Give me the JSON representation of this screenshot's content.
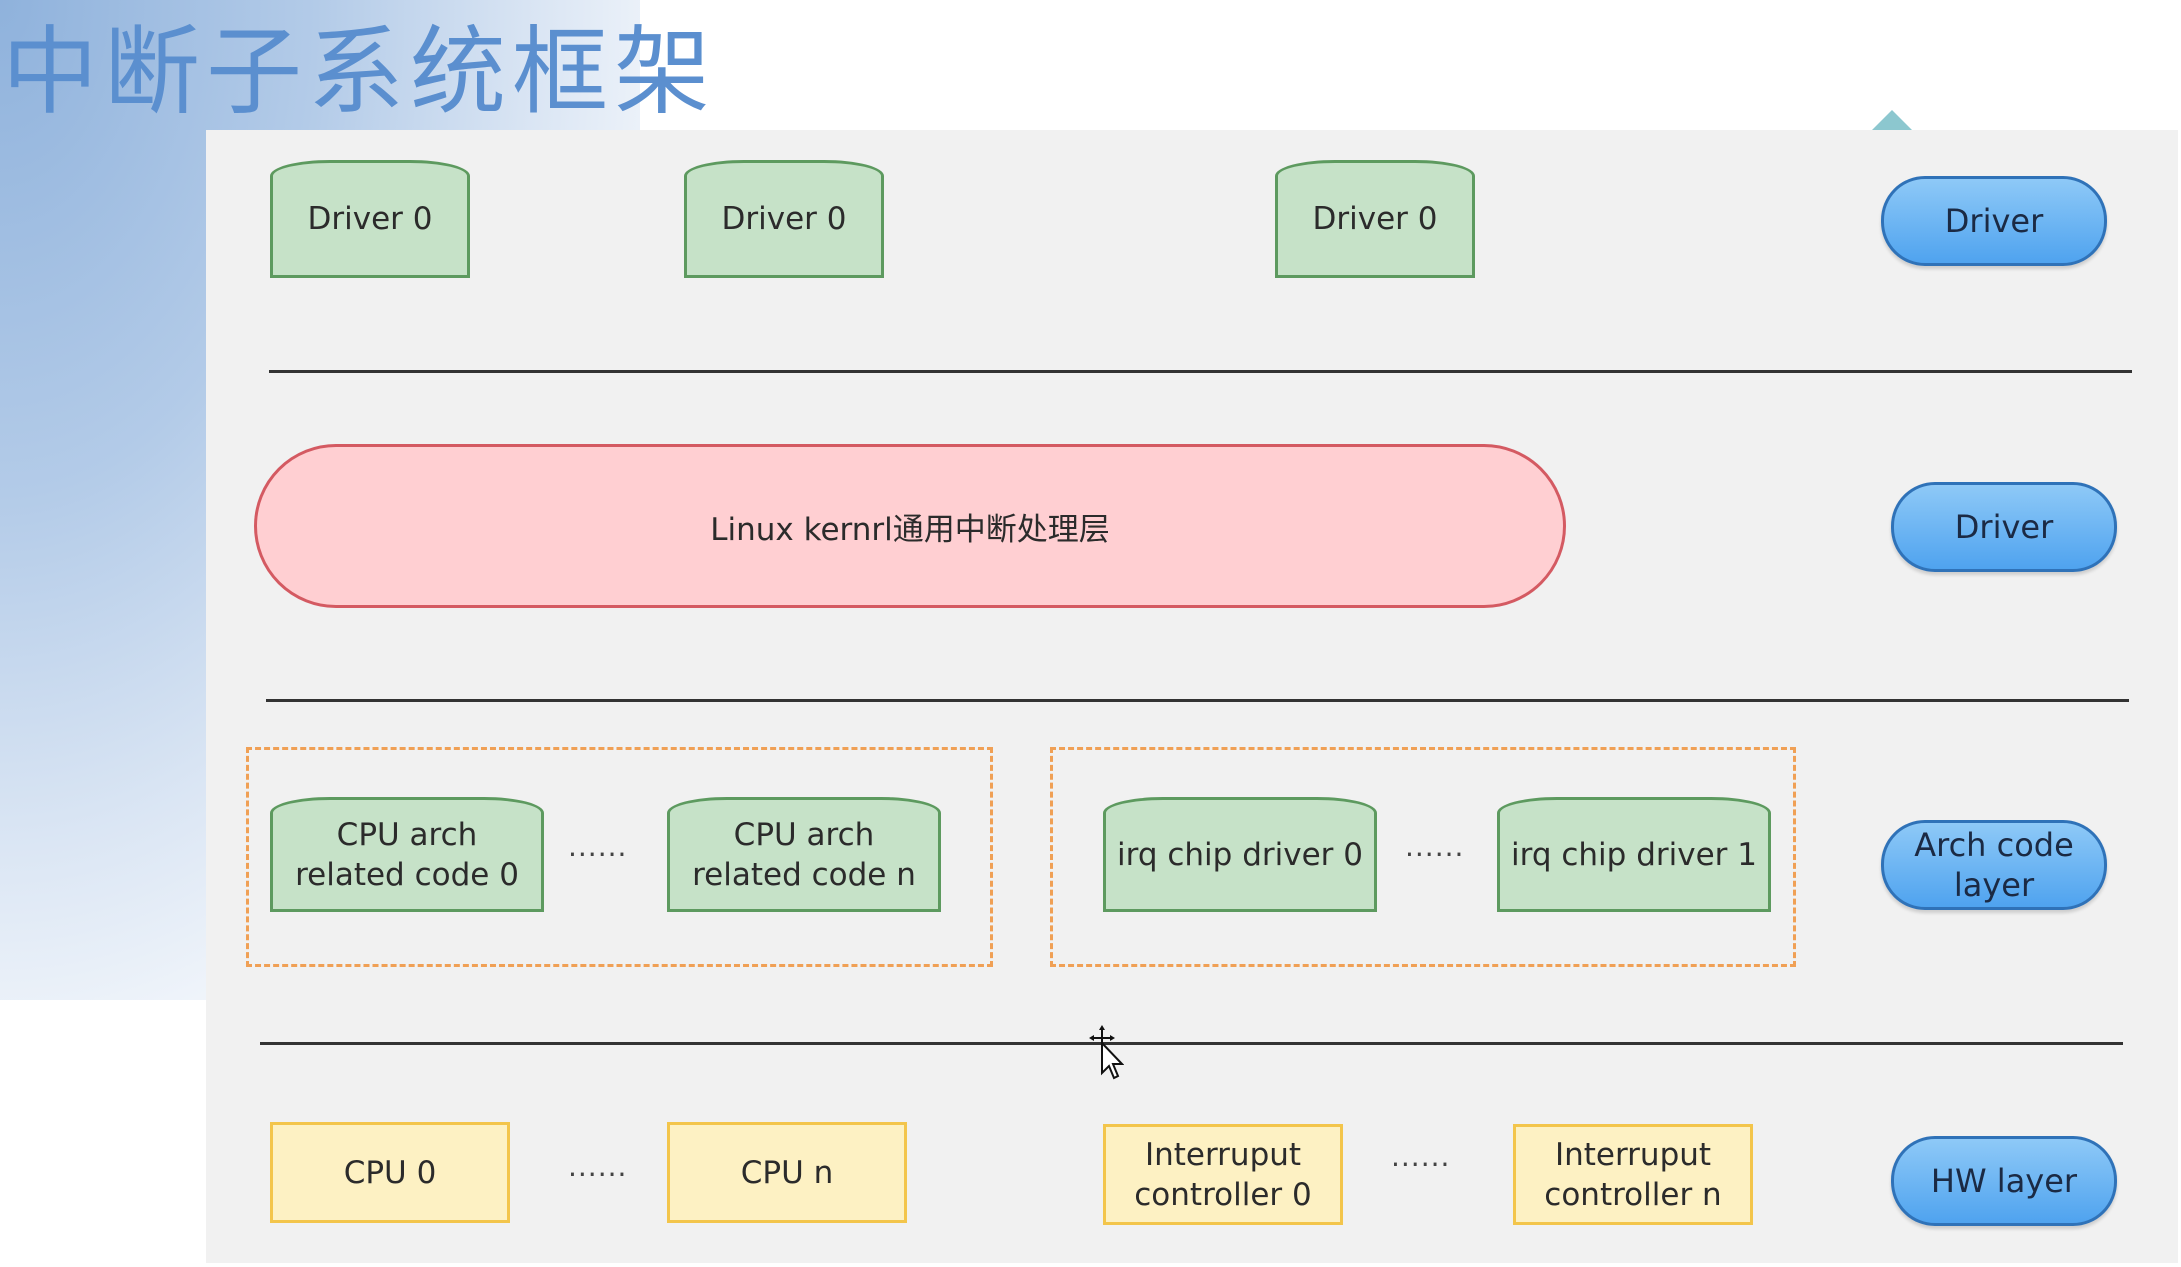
{
  "slide": {
    "title": "中断子系统框架"
  },
  "driver_layer": {
    "drivers": [
      "Driver 0",
      "Driver 0",
      "Driver 0"
    ],
    "layer_label": "Driver"
  },
  "kernel_layer": {
    "box_label": "Linux kernrl通用中断处理层",
    "layer_label": "Driver"
  },
  "arch_layer": {
    "cpu_arch": [
      "CPU arch related code 0",
      "CPU arch related code n"
    ],
    "irq_chips": [
      "irq chip driver 0",
      "irq chip driver 1"
    ],
    "ellipsis": "......",
    "layer_label": "Arch code layer"
  },
  "hw_layer": {
    "cpus": [
      "CPU 0",
      "CPU n"
    ],
    "controllers": [
      "Interruput controller 0",
      "Interruput controller n"
    ],
    "ellipsis": "......",
    "layer_label": "HW layer"
  },
  "colors": {
    "driver_fill": "#c6e2c8",
    "driver_border": "#5d9a5f",
    "kernel_fill": "#ffcfd2",
    "kernel_border": "#d45a62",
    "dashed_border": "#f0a055",
    "hw_fill": "#fdf1c3",
    "hw_border": "#f3c54b",
    "pill_fill": "#4fa3ef",
    "title_color": "#5b8fcf"
  }
}
